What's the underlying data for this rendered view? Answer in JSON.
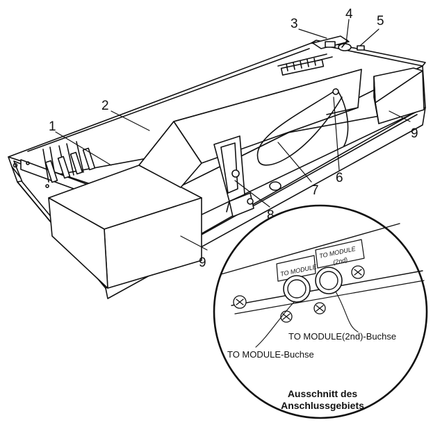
{
  "callouts": [
    "1",
    "2",
    "3",
    "4",
    "5",
    "6",
    "7",
    "8",
    "9",
    "9"
  ],
  "detail": {
    "jack_label_1": "TO MODULE",
    "jack_label_2_line1": "TO MODULE",
    "jack_label_2_line2": "(2nd)",
    "caption_jack_2": "TO MODULE(2nd)-Buchse",
    "caption_jack_1": "TO MODULE-Buchse",
    "title_line1": "Ausschnitt des",
    "title_line2": "Anschlussgebiets"
  }
}
